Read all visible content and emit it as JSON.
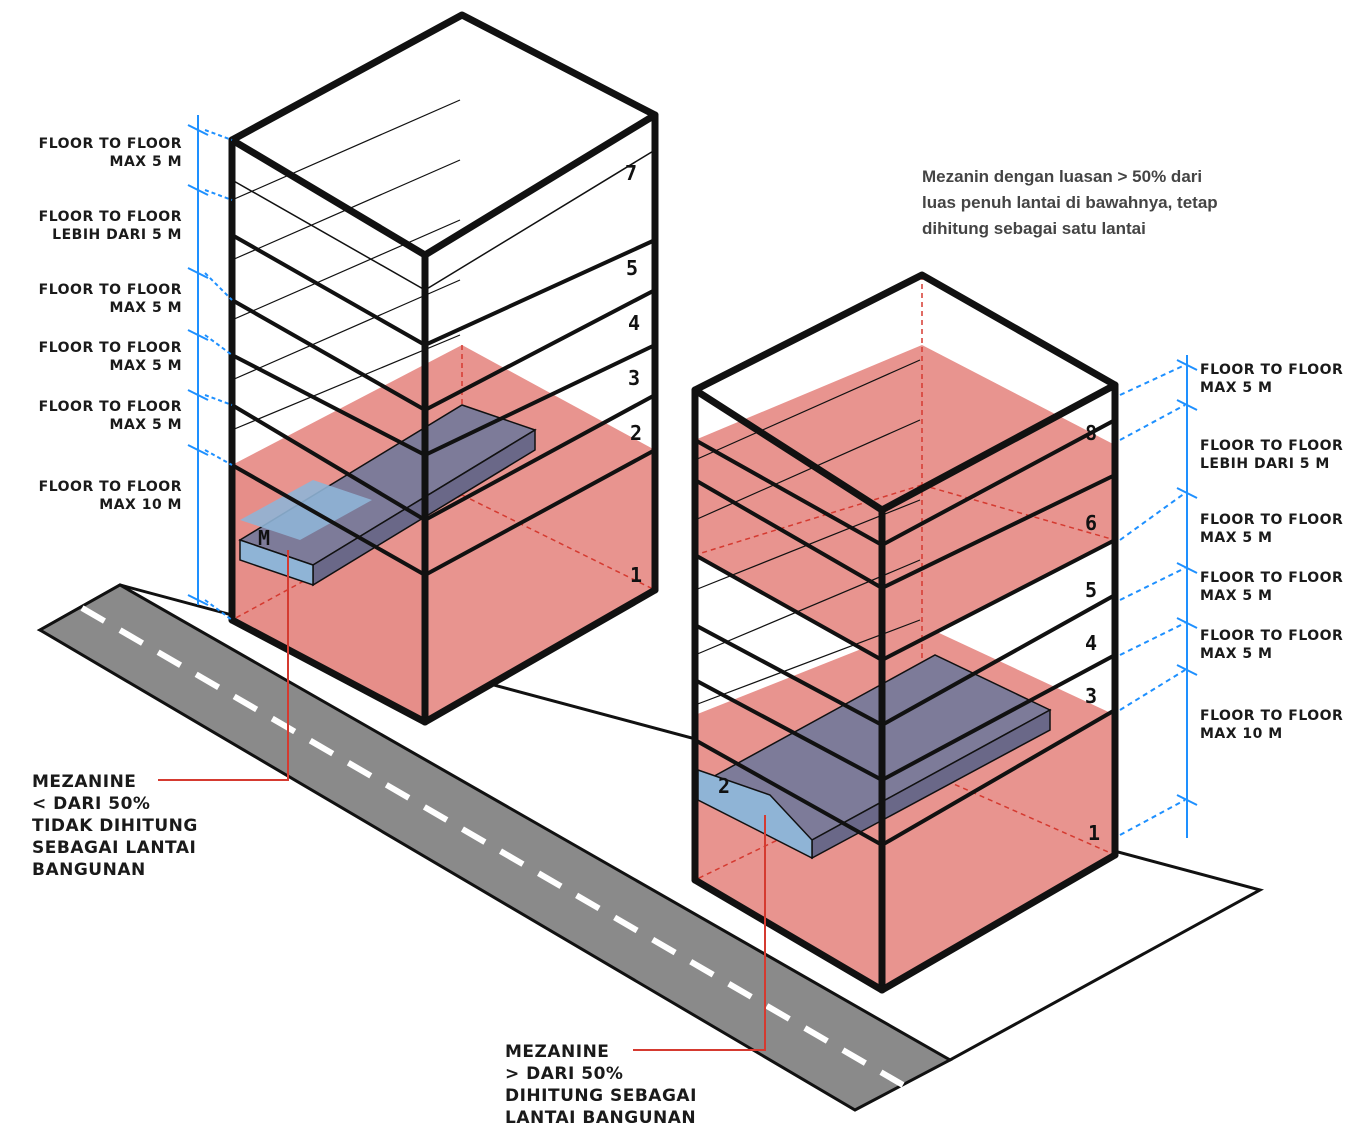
{
  "left_building": {
    "dimension_labels": [
      [
        "FLOOR TO FLOOR",
        "MAX 5 M"
      ],
      [
        "FLOOR TO FLOOR",
        "LEBIH DARI 5 M"
      ],
      [
        "FLOOR TO FLOOR",
        "MAX 5 M"
      ],
      [
        "FLOOR TO FLOOR",
        "MAX 5 M"
      ],
      [
        "FLOOR TO FLOOR",
        "MAX 5 M"
      ],
      [
        "FLOOR TO FLOOR",
        "MAX 10 M"
      ]
    ],
    "floor_numbers": [
      "7",
      "5",
      "4",
      "3",
      "2",
      "1"
    ],
    "mezzanine_label": "M",
    "callout": [
      "MEZANINE",
      "< DARI 50%",
      "TIDAK DIHITUNG",
      "SEBAGAI LANTAI",
      "BANGUNAN"
    ]
  },
  "right_building": {
    "dimension_labels": [
      [
        "FLOOR TO FLOOR",
        "MAX 5 M"
      ],
      [
        "FLOOR TO FLOOR",
        "LEBIH DARI 5 M"
      ],
      [
        "FLOOR TO FLOOR",
        "MAX 5 M"
      ],
      [
        "FLOOR TO FLOOR",
        "MAX 5 M"
      ],
      [
        "FLOOR TO FLOOR",
        "MAX 5 M"
      ],
      [
        "FLOOR TO FLOOR",
        "MAX 10 M"
      ]
    ],
    "floor_numbers": [
      "8",
      "6",
      "5",
      "4",
      "3",
      "1"
    ],
    "mezzanine_label": "2",
    "callout": [
      "MEZANINE",
      "> DARI 50%",
      "DIHITUNG SEBAGAI",
      "LANTAI BANGUNAN"
    ]
  },
  "note": [
    "Mezanin dengan luasan > 50% dari",
    "luas penuh lantai di bawahnya, tetap",
    "dihitung sebagai satu lantai"
  ],
  "colors": {
    "volume_fill": "#e8948f",
    "volume_line": "#d53a30",
    "mezzanine_top": "#7d7b99",
    "mezzanine_light": "#8fb4d6",
    "dimension_line": "#1e90ff",
    "road": "#8a8a8a"
  }
}
